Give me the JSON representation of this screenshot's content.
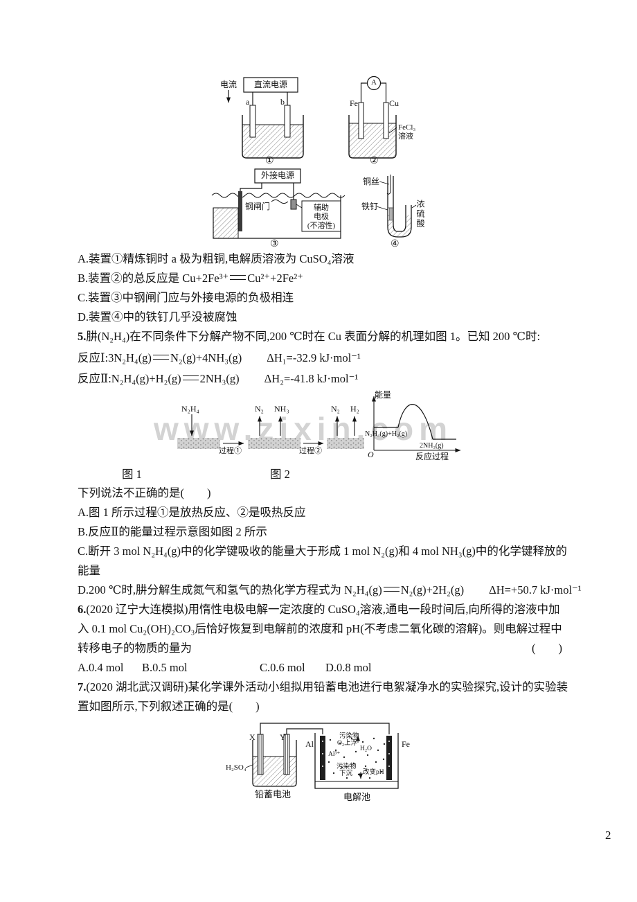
{
  "watermark": "www.zixin.com",
  "page_number": "2",
  "apparatus": {
    "d1": {
      "current_label": "电流",
      "power_label": "直流电源",
      "electrode_a": "a",
      "electrode_b": "b",
      "number": "①"
    },
    "d2": {
      "ammeter": "A",
      "electrode_left": "Fe",
      "electrode_right": "Cu",
      "solution_line1": "FeCl₃",
      "solution_line2": "溶液",
      "number": "②"
    },
    "d3": {
      "power_label": "外接电源",
      "gate_label": "钢闸门",
      "aux_lines": [
        "辅助",
        "电极",
        "(不溶性)"
      ],
      "number": "③"
    },
    "d4": {
      "wire_label": "铜丝",
      "nail_label": "铁钉",
      "acid_label": "浓硫酸",
      "number": "④"
    }
  },
  "q4": {
    "optionA": "A.装置①精炼铜时 a 极为粗铜,电解质溶液为 CuSO₄溶液",
    "optionB_left": "B.装置②的总反应是 Cu+2Fe³⁺",
    "optionB_right": "Cu²⁺+2Fe²⁺",
    "optionC": "C.装置③中钢闸门应与外接电源的负极相连",
    "optionD": "D.装置④中的铁钉几乎没被腐蚀"
  },
  "q5": {
    "number": "5.",
    "stem": "肼(N₂H₄)在不同条件下分解产物不同,200 ℃时在 Cu 表面分解的机理如图 1。已知 200 ℃时:",
    "rxn1_left": "反应Ⅰ:3N₂H₄(g)",
    "rxn1_right": "N₂(g)+4NH₃(g)",
    "rxn1_dh": "ΔH₁=-32.9 kJ·mol⁻¹",
    "rxn2_left": "反应Ⅱ:N₂H₄(g)+H₂(g)",
    "rxn2_right": "2NH₃(g)",
    "rxn2_dh": "ΔH₂=-41.8 kJ·mol⁻¹",
    "question": "下列说法不正确的是(　　)",
    "optionA": "A.图 1 所示过程①是放热反应、②是吸热反应",
    "optionB": "B.反应Ⅱ的能量过程示意图如图 2 所示",
    "optionC_line1": "C.断开 3 mol N₂H₄(g)中的化学键吸收的能量大于形成 1 mol N₂(g)和 4 mol NH₃(g)中的化学键释放的",
    "optionC_line2": "能量",
    "optionD_left": "D.200 ℃时,肼分解生成氮气和氢气的热化学方程式为 N₂H₄(g)",
    "optionD_right": "N₂(g)+2H₂(g)",
    "optionD_dh": "ΔH=+50.7 kJ·mol⁻¹"
  },
  "fig1": {
    "caption": "图 1",
    "reactant": "N₂H₄",
    "p1_products": [
      "N₂",
      "NH₃"
    ],
    "p2_products": [
      "N₂",
      "H₂"
    ],
    "process1": "过程①",
    "process2": "过程②"
  },
  "fig2": {
    "caption": "图 2",
    "y_label": "能量",
    "x_label": "反应过程",
    "origin": "O",
    "reactants": "N₂H₄(g)+H₂(g)",
    "products": "2NH₃(g)"
  },
  "q6": {
    "number": "6.",
    "line1": "(2020 辽宁大连模拟)用惰性电极电解一定浓度的 CuSO₄溶液,通电一段时间后,向所得的溶液中加",
    "line2": "入 0.1 mol Cu₂(OH)₂CO₃后恰好恢复到电解前的浓度和 pH(不考虑二氧化碳的溶解)。则电解过程中",
    "line3": "转移电子的物质的量为",
    "bracket": "(　　)",
    "options": [
      "A.0.4 mol",
      "B.0.5 mol",
      "C.0.6 mol",
      "D.0.8 mol"
    ]
  },
  "q7": {
    "number": "7.",
    "line1": "(2020 湖北武汉调研)某化学课外活动小组拟用铅蓄电池进行电絮凝净水的实验探究,设计的实验装",
    "line2": "置如图所示,下列叙述正确的是(　　)",
    "diagram": {
      "electrode_x": "X",
      "electrode_y": "Y",
      "acid": "H₂SO₄",
      "battery_label": "铅蓄电池",
      "al": "Al",
      "fe": "Fe",
      "pollutant_top": "污染物",
      "o2_float": "O₂上浮",
      "al_ion": "Al³⁺",
      "h2o": "H₂O",
      "pollutant_bottom": "污染物",
      "sink": "下沉",
      "change_ph": "改变pH",
      "cell_label": "电解池"
    }
  }
}
